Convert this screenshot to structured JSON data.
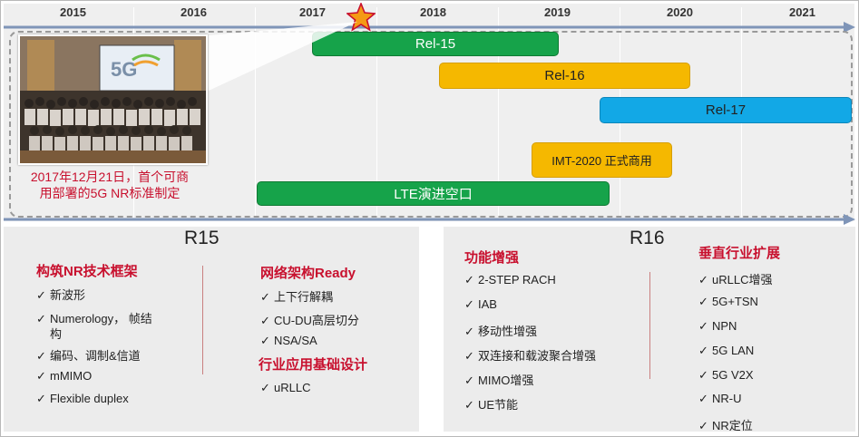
{
  "timeline": {
    "years": [
      "2015",
      "2016",
      "2017",
      "2018",
      "2019",
      "2020",
      "2021"
    ]
  },
  "bars": {
    "rel15": "Rel-15",
    "rel16": "Rel-16",
    "rel17": "Rel-17",
    "imt2020": "IMT-2020 正式商用",
    "lte": "LTE演进空口"
  },
  "photo": {
    "screen_text": "5G",
    "caption_line1": "2017年12月21日，首个可商",
    "caption_line2": "用部署的5G NR标准制定"
  },
  "r15": {
    "title": "R15",
    "col1": {
      "heading": "构筑NR技术框架",
      "items": [
        "新波形",
        "Numerology， 帧结",
        "构",
        "编码、调制&信道",
        "mMIMO",
        "Flexible duplex"
      ]
    },
    "col2": {
      "heading": "网络架构Ready",
      "items": [
        "上下行解耦",
        "CU-DU高层切分",
        "NSA/SA"
      ],
      "heading2": "行业应用基础设计",
      "items2": [
        "uRLLC"
      ]
    }
  },
  "r16": {
    "title": "R16",
    "col1": {
      "heading": "功能增强",
      "items": [
        "2-STEP RACH",
        "IAB",
        "移动性增强",
        "双连接和载波聚合增强",
        "MIMO增强",
        "UE节能"
      ]
    },
    "col2": {
      "heading": "垂直行业扩展",
      "items": [
        "uRLLC增强",
        "5G+TSN",
        "NPN",
        "5G LAN",
        "5G V2X",
        "NR-U",
        "NR定位"
      ]
    }
  },
  "check_mark": "✓",
  "colors": {
    "green": "#16a34a",
    "yellow": "#f5b800",
    "blue": "#12a8e6",
    "red_text": "#c8102e",
    "arrow": "#7f95b8"
  }
}
